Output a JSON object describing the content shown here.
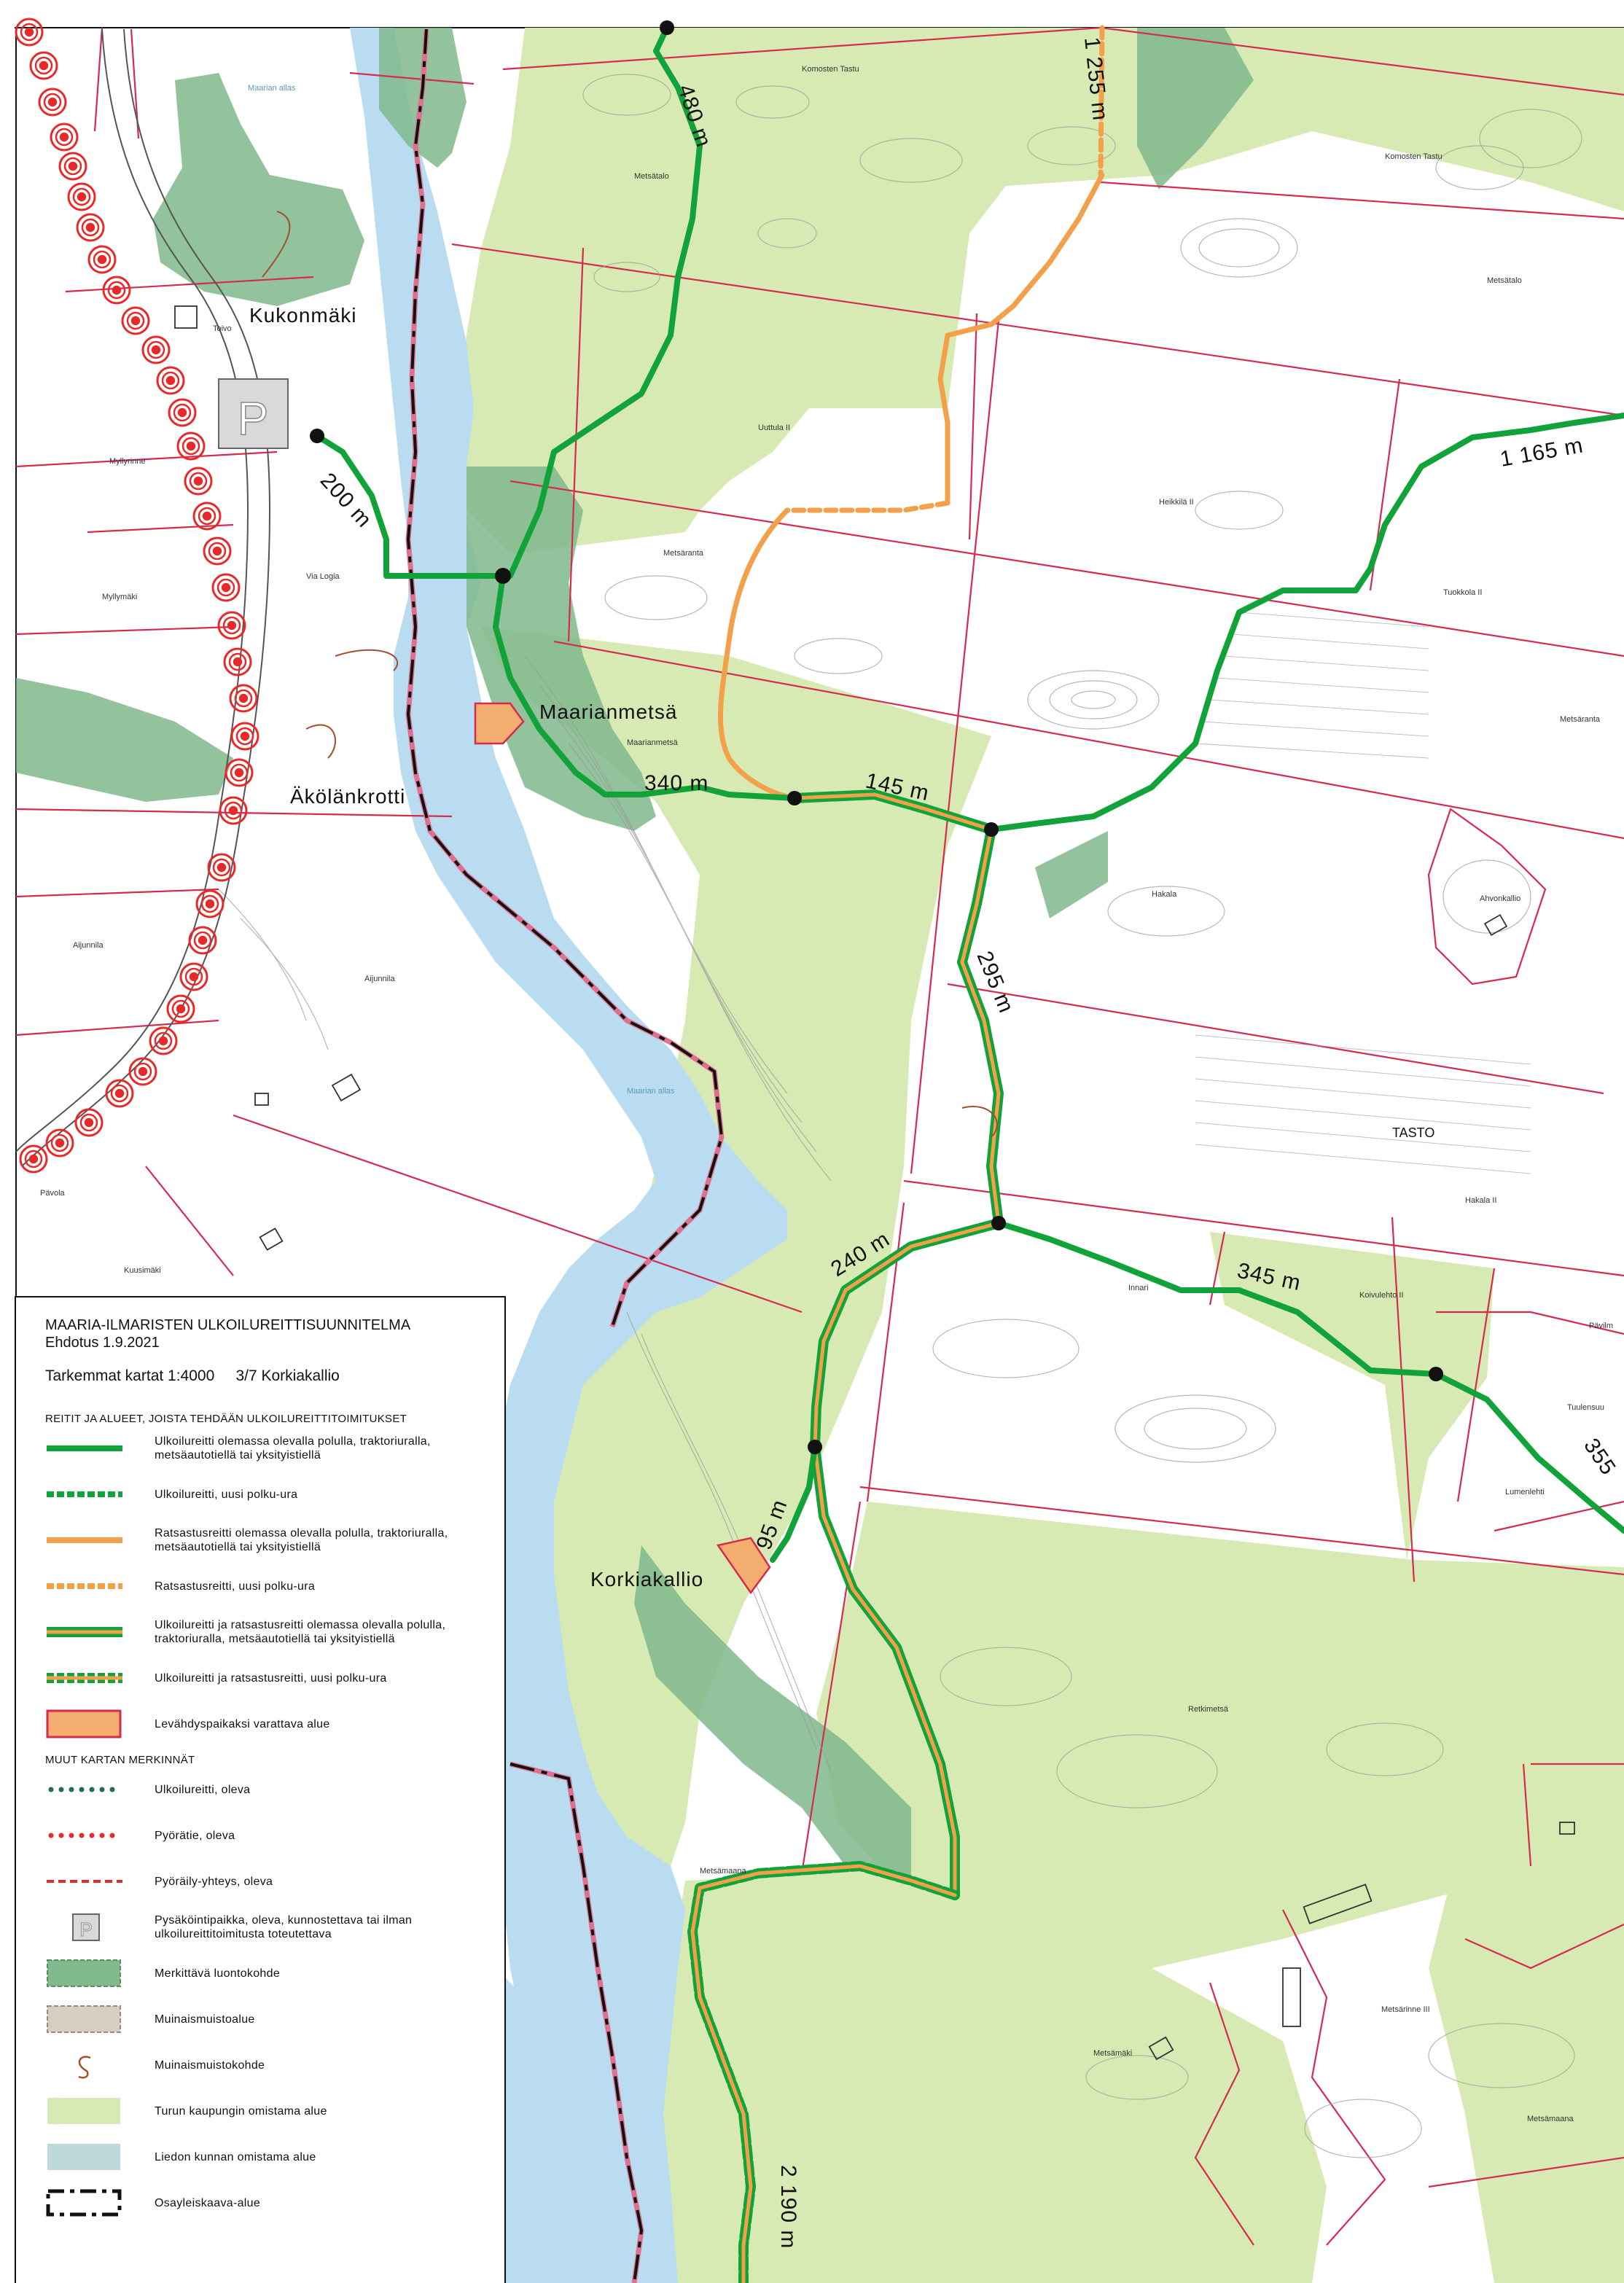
{
  "legend": {
    "title": "MAARIA-ILMARISTEN ULKOILUREITTISUUNNITELMA",
    "subtitle": "Ehdotus 1.9.2021",
    "scale": "Tarkemmat kartat 1:4000     3/7 Korkiakallio",
    "section_routes": "REITIT JA ALUEET, JOISTA TEHDÄÄN ULKOILUREITTITOIMITUKSET",
    "section_other": "MUUT KARTAN MERKINNÄT",
    "items_routes": [
      {
        "symbol": "green-solid-line",
        "label": "Ulkoilureitti olemassa olevalla polulla, traktoriuralla, metsäautotiellä tai yksityistiellä"
      },
      {
        "symbol": "green-dashed-line",
        "label": "Ulkoilureitti, uusi polku-ura"
      },
      {
        "symbol": "orange-solid-line",
        "label": "Ratsastusreitti olemassa olevalla polulla, traktoriuralla, metsäautotiellä tai yksityistiellä"
      },
      {
        "symbol": "orange-dashed-line",
        "label": "Ratsastusreitti, uusi polku-ura"
      },
      {
        "symbol": "green-orange-line",
        "label": "Ulkoilureitti ja ratsastusreitti olemassa olevalla polulla, traktoriuralla, metsäautotiellä tai yksityistiellä"
      },
      {
        "symbol": "green-orange-dashed-line",
        "label": "Ulkoilureitti ja ratsastusreitti, uusi polku-ura"
      },
      {
        "symbol": "rest-area-box",
        "label": "Levähdyspaikaksi varattava alue"
      }
    ],
    "items_other": [
      {
        "symbol": "dark-green-dots",
        "label": "Ulkoilureitti, oleva"
      },
      {
        "symbol": "red-dots",
        "label": "Pyörätie, oleva"
      },
      {
        "symbol": "red-dashes",
        "label": "Pyöräily-yhteys, oleva"
      },
      {
        "symbol": "parking-icon",
        "label": "Pysäköintipaikka, oleva, kunnostettava tai ilman ulkoilureittitoimitusta toteutettava"
      },
      {
        "symbol": "nature-site-box",
        "label": "Merkittävä luontokohde"
      },
      {
        "symbol": "antiquity-area-box",
        "label": "Muinaismuistoalue"
      },
      {
        "symbol": "antiquity-site-icon",
        "label": "Muinaismuistokohde"
      },
      {
        "symbol": "turku-land-box",
        "label": "Turun kaupungin omistama alue"
      },
      {
        "symbol": "lieto-land-box",
        "label": "Liedon kunnan omistama alue"
      },
      {
        "symbol": "master-plan-box",
        "label": "Osayleiskaava-alue"
      }
    ]
  },
  "map": {
    "places": {
      "kukonmaki": "Kukonmäki",
      "maarianmetsa": "Maarianmetsä",
      "akolankrotti": "Äkölänkrotti",
      "korkiakallio": "Korkiakallio",
      "tasto": "TASTO"
    },
    "distances": {
      "d480": "480 m",
      "d1255": "1 255 m",
      "d200": "200 m",
      "d1165": "1 165 m",
      "d340": "340 m",
      "d145": "145 m",
      "d295": "295 m",
      "d240": "240 m",
      "d345": "345 m",
      "d95": "95 m",
      "d2190": "2 190 m",
      "d355": "355"
    },
    "small_labels": {
      "komosten_tastu_a": "Komosten Tastu",
      "komosten_tastu_b": "Komosten Tastu",
      "metsatalo_a": "Metsätalo",
      "metsatalo_b": "Metsätalo",
      "uutula": "Uuttula II",
      "heikkila": "Heikkilä II",
      "metsaranta_a": "Metsäranta",
      "metsaranta_b": "Metsäranta",
      "tuokkola": "Tuokkola II",
      "maarianmetsa_small": "Maarianmetsä",
      "hakala_a": "Hakala",
      "hakala_b": "Hakala II",
      "ahvonkallio": "Ahvonkallio",
      "toivo": "Toivo",
      "myllyrinne": "Myllyrinne",
      "myllymaki": "Myllymäki",
      "via_logia": "Via Logia",
      "aijunnila_a": "Aijunnila",
      "aijunnila_b": "Aijunnila",
      "pavola": "Pävola",
      "kuusimaki": "Kuusimäki",
      "koivulehto": "Koivulehto II",
      "tuulensuu": "Tuulensuu",
      "lumenlehti": "Lumenlehti",
      "retkimetsa": "Retkimetsä",
      "metsamaa_a": "Metsämaana",
      "metsamaa_b": "Metsämaana",
      "metsarinne": "Metsärinne III",
      "metsamaki": "Metsämäki",
      "maarian_allas_a": "Maarian allas",
      "maarian_allas_b": "Maarian allas",
      "innari": "Innari",
      "pavilmi": "Pävilm"
    },
    "colors": {
      "water": "#b9dcf0",
      "turku_land": "#d8eab4",
      "nature_site": "#7fb98c",
      "route_green": "#11a33a",
      "route_orange": "#f2a04a",
      "parcel_border": "#d42b4f",
      "cycle_red": "#e52a2a"
    }
  }
}
